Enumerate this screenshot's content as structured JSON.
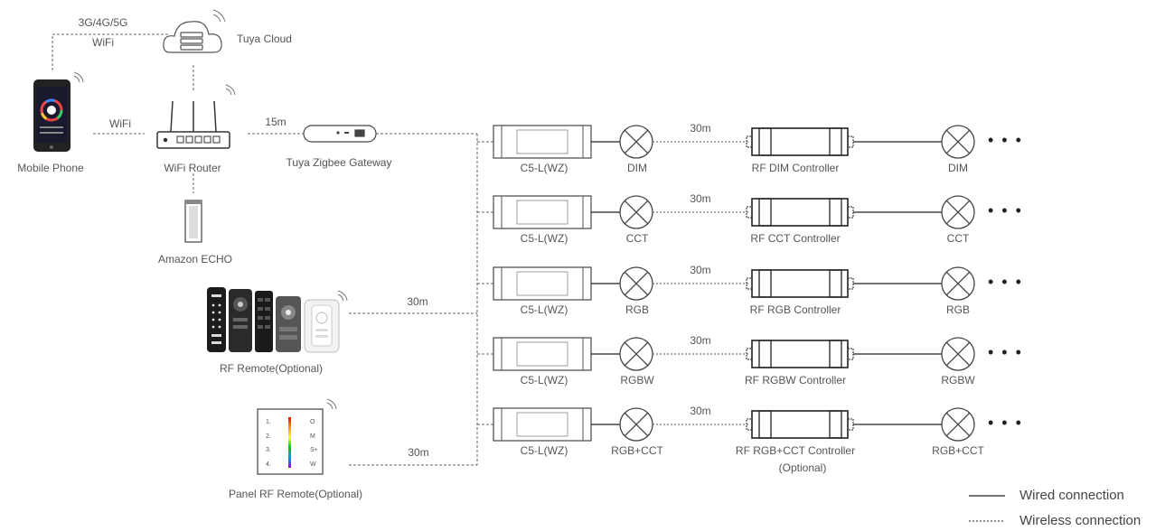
{
  "top": {
    "network_line1": "3G/4G/5G",
    "network_line2": "WiFi",
    "cloud": "Tuya Cloud",
    "phone": "Mobile Phone",
    "phone_router_link": "WiFi",
    "router": "WiFi Router",
    "router_gateway_distance": "15m",
    "gateway": "Tuya Zigbee Gateway",
    "echo": "Amazon ECHO"
  },
  "remotes": {
    "rf_remote": "RF Remote(Optional)",
    "rf_remote_distance": "30m",
    "panel_remote": "Panel RF Remote(Optional)",
    "panel_remote_distance": "30m",
    "panel_keys_left": [
      "1.",
      "2.",
      "3.",
      "4."
    ],
    "panel_keys_right": [
      "O",
      "M",
      "S+",
      "W"
    ]
  },
  "rows": [
    {
      "module": "C5-L(WZ)",
      "light": "DIM",
      "distance": "30m",
      "controller": "RF DIM Controller",
      "controller_note": "",
      "end_light": "DIM",
      "more": "• • •"
    },
    {
      "module": "C5-L(WZ)",
      "light": "CCT",
      "distance": "30m",
      "controller": "RF CCT Controller",
      "controller_note": "",
      "end_light": "CCT",
      "more": "• • •"
    },
    {
      "module": "C5-L(WZ)",
      "light": "RGB",
      "distance": "30m",
      "controller": "RF RGB Controller",
      "controller_note": "",
      "end_light": "RGB",
      "more": "• • •"
    },
    {
      "module": "C5-L(WZ)",
      "light": "RGBW",
      "distance": "30m",
      "controller": "RF RGBW Controller",
      "controller_note": "",
      "end_light": "RGBW",
      "more": "• • •"
    },
    {
      "module": "C5-L(WZ)",
      "light": "RGB+CCT",
      "distance": "30m",
      "controller": "RF RGB+CCT Controller",
      "controller_note": "(Optional)",
      "end_light": "RGB+CCT",
      "more": "• • •"
    }
  ],
  "legend": {
    "wired": "Wired connection",
    "wireless": "Wireless connection"
  },
  "colors": {
    "line": "#555555",
    "device": "#333333"
  }
}
